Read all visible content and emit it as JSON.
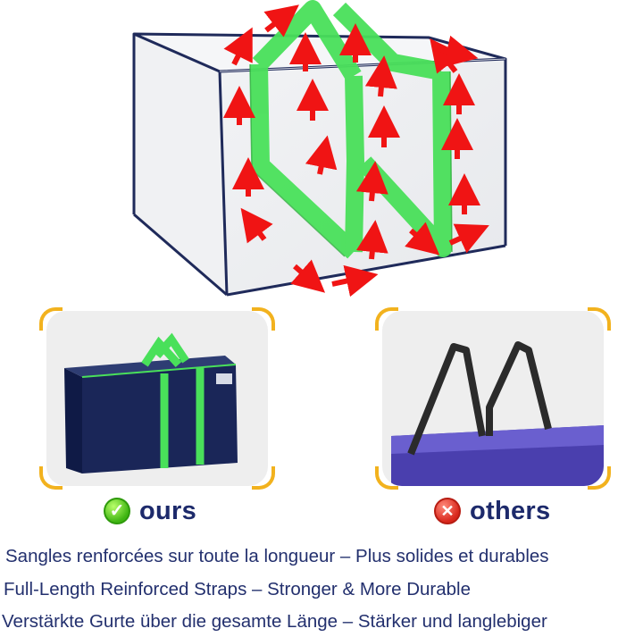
{
  "labels": {
    "ours": "ours",
    "others": "others",
    "ours_badge_icon": "green-check-icon",
    "others_badge_icon": "red-x-icon"
  },
  "captions": {
    "french": "Sangles renforcées sur toute la longueur – Plus solides et durables",
    "english": "Full-Length Reinforced Straps – Stronger & More  Durable",
    "german": "Verstärkte Gurte über die gesamte Länge – Stärker und langlebiger"
  },
  "colors": {
    "frame": "#1f2a5a",
    "strap_green": "#49e05a",
    "arrow_red": "#f01414",
    "corner_accent": "#f2b21e",
    "text_navy": "#23306e"
  }
}
